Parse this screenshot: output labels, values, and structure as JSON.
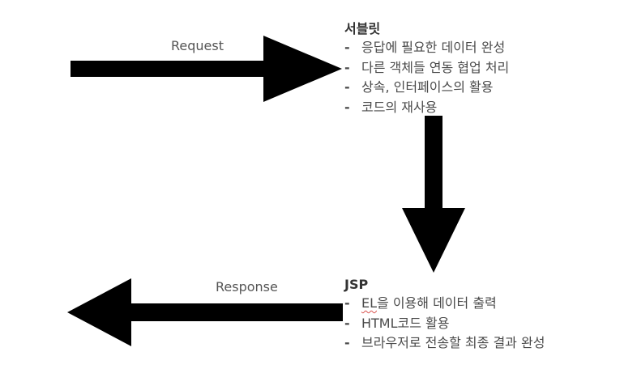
{
  "request_label": "Request",
  "response_label": "Response",
  "servlet": {
    "title": "서블릿",
    "dash": "-",
    "items": [
      "응답에 필요한 데이터 완성",
      "다른 객체들 연동 협업 처리",
      "상속, 인터페이스의 활용",
      "코드의 재사용"
    ]
  },
  "jsp": {
    "title": "JSP",
    "dash": "-",
    "items": [
      {
        "highlight": "EL",
        "rest": "을 이용해 데이터 출력"
      },
      {
        "highlight": "",
        "rest": "HTML코드 활용"
      },
      {
        "highlight": "",
        "rest": "브라우저로 전송할 최종 결과 완성"
      }
    ]
  },
  "colors": {
    "arrow": "#000000",
    "text": "#4a4a4a",
    "label": "#555555",
    "spellcheck_underline": "#d9534f"
  }
}
